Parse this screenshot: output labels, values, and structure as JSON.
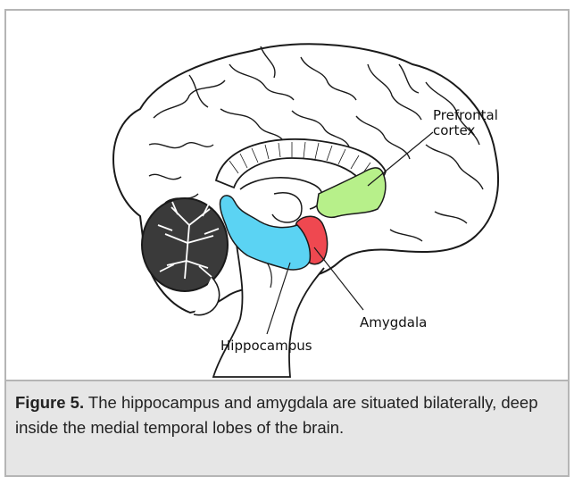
{
  "diagram": {
    "labels": {
      "prefrontal_line1": "Prefrontal",
      "prefrontal_line2": "cortex",
      "amygdala": "Amygdala",
      "hippocampus": "Hippocampus"
    },
    "colors": {
      "hippocampus": "#5bd3f3",
      "amygdala": "#ef4850",
      "prefrontal_cortex": "#b7f08a",
      "cerebellum": "#3a3a3a"
    }
  },
  "caption": {
    "label": "Figure 5.",
    "text": "The hippocampus and amygdala are situated bilaterally, deep inside the medial temporal lobes of the brain."
  }
}
